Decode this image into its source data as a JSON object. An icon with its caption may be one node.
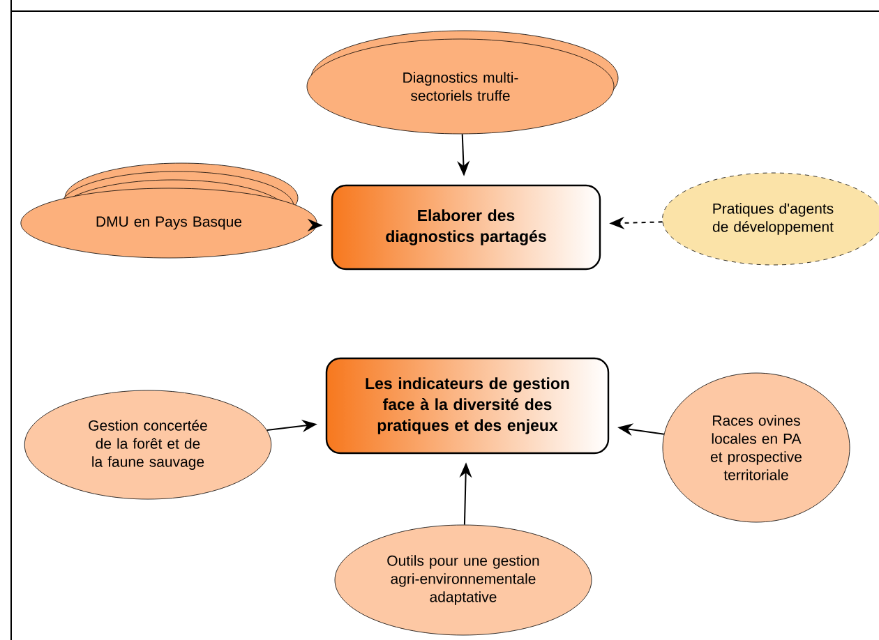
{
  "diagram": {
    "nodes": [
      {
        "text": [
          "Diagnostics multi-sectoriels truffe"
        ]
      },
      {
        "text": [
          "DMU en Pays Basque"
        ]
      },
      {
        "text": [
          "Elaborer des diagnostics partagés"
        ]
      },
      {
        "text": [
          "Pratiques d'agents de développement"
        ]
      },
      {
        "text": [
          "Les indicateurs de gestion face à la diversité des pratiques et des enjeux"
        ]
      },
      {
        "text": [
          "Gestion concertée de la forêt et de la faune sauvage"
        ]
      },
      {
        "text": [
          "Races ovines locales en PA et prospective territoriale"
        ]
      },
      {
        "text": [
          "Outils pour une gestion agri-environnementale adaptative"
        ]
      }
    ],
    "edges": [
      {
        "from": 0,
        "to": 2,
        "arrow": "to"
      },
      {
        "from": 1,
        "to": 2,
        "arrow": "to"
      },
      {
        "from": 3,
        "to": 2,
        "arrow": "to",
        "style": "dashed"
      },
      {
        "from": 5,
        "to": 4,
        "arrow": "to"
      },
      {
        "from": 6,
        "to": 4,
        "arrow": "to"
      },
      {
        "from": 7,
        "to": 4,
        "arrow": "to"
      }
    ]
  }
}
